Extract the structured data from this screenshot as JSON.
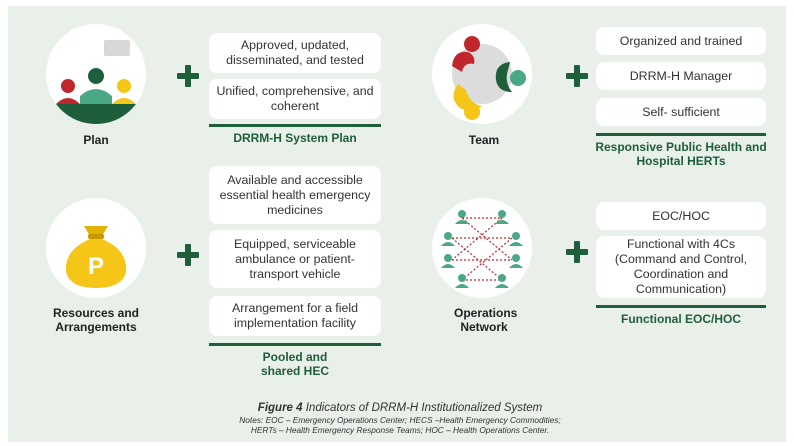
{
  "plan": {
    "label": "Plan",
    "items": [
      "Approved, updated, disseminated, and tested",
      "Unified, comprehensive, and coherent"
    ],
    "title": "DRRM-H System Plan"
  },
  "team": {
    "label": "Team",
    "items": [
      "Organized and trained",
      "DRRM-H Manager",
      "Self- sufficient"
    ],
    "title": "Responsive Public Health and Hospital HERTs"
  },
  "resources": {
    "label": "Resources and Arrangements",
    "icon_text": "P",
    "items": [
      "Available and accessible essential health emergency medicines",
      "Equipped, serviceable ambulance or patient-transport vehicle",
      "Arrangement for a field implementation facility"
    ],
    "title": "Pooled and shared HEC"
  },
  "operations": {
    "label": "Operations Network",
    "items": [
      "EOC/HOC",
      "Functional with 4Cs (Command and Control, Coordination and Communication)"
    ],
    "title": "Functional EOC/HOC"
  },
  "caption": {
    "figure": "Figure 4",
    "title": " Indicators of DRRM-H Institutionalized System",
    "notes_line1": "Notes: EOC – Emergency Operations Center; HECS –Health Emergency Commodities;",
    "notes_line2": "HERTs – Health Emergency Response Teams; HOC – Health Operations Center."
  },
  "colors": {
    "green": "#1f5e3b",
    "red": "#c0272d",
    "yellow": "#f5c518",
    "teal": "#4aa884",
    "panel": "#e9efe9"
  }
}
